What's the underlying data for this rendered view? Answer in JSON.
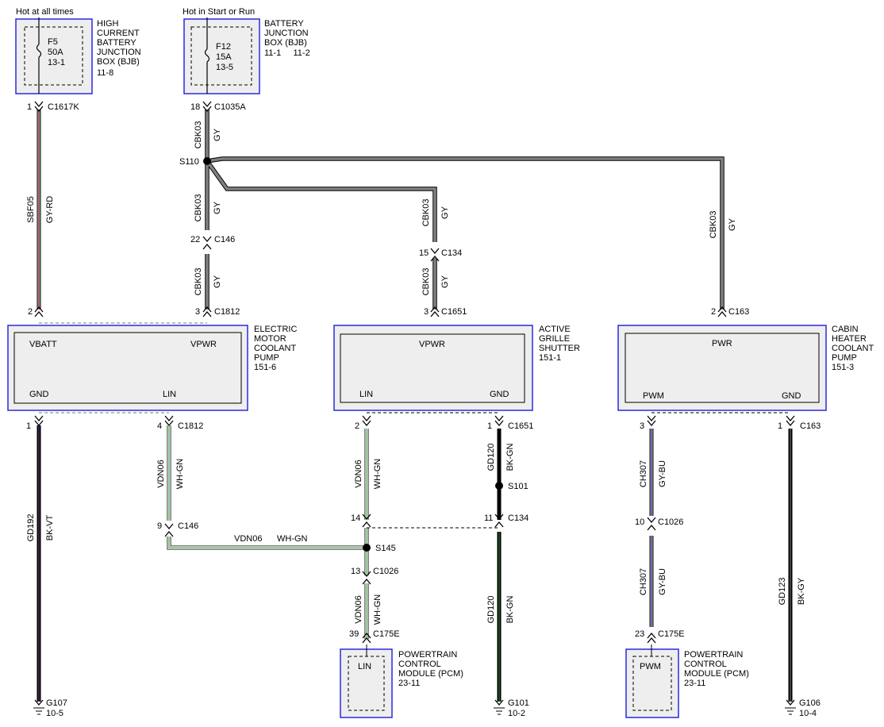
{
  "diagram": {
    "feeds": {
      "hot_at_all_times": "Hot at all times",
      "hot_in_start_run": "Hot in Start or Run"
    },
    "fuse_f5": {
      "name": "F5",
      "rating": "50A",
      "ref": "13-1"
    },
    "fuse_f12": {
      "name": "F12",
      "rating": "15A",
      "ref": "13-5"
    },
    "hcbjb": {
      "lines": [
        "HIGH",
        "CURRENT",
        "BATTERY",
        "JUNCTION",
        "BOX (BJB)",
        "11-8"
      ]
    },
    "bjb": {
      "lines": [
        "BATTERY",
        "JUNCTION",
        "BOX (BJB)",
        "11-1     11-2"
      ]
    },
    "emcp": {
      "lines": [
        "ELECTRIC",
        "MOTOR",
        "COOLANT",
        "PUMP",
        "151-6"
      ],
      "pins": {
        "vbatt": "VBATT",
        "vpwr": "VPWR",
        "gnd": "GND",
        "lin": "LIN"
      }
    },
    "ags": {
      "lines": [
        "ACTIVE",
        "GRILLE",
        "SHUTTER",
        "151-1"
      ],
      "pins": {
        "vpwr": "VPWR",
        "lin": "LIN",
        "gnd": "GND"
      }
    },
    "chcp": {
      "lines": [
        "CABIN",
        "HEATER",
        "COOLANT",
        "PUMP",
        "151-3"
      ],
      "pins": {
        "pwr": "PWR",
        "pwm": "PWM",
        "gnd": "GND"
      }
    },
    "pcm_lin": {
      "pin": "LIN",
      "lines": [
        "POWERTRAIN",
        "CONTROL",
        "MODULE (PCM)",
        "23-11"
      ]
    },
    "pcm_pwm": {
      "pin": "PWM",
      "lines": [
        "POWERTRAIN",
        "CONTROL",
        "MODULE (PCM)",
        "23-11"
      ]
    },
    "connectors": {
      "c1617k": {
        "pin": "1",
        "name": "C1617K"
      },
      "c1035a": {
        "pin": "18",
        "name": "C1035A"
      },
      "c146_top": {
        "pin": "22",
        "name": "C146"
      },
      "c1812_top": {
        "pin": "3",
        "name": "C1812"
      },
      "emcp_vbatt": {
        "pin": "2"
      },
      "c134_top": {
        "pin": "15",
        "name": "C134"
      },
      "c1651_top": {
        "pin": "3",
        "name": "C1651"
      },
      "c163_top": {
        "pin": "2",
        "name": "C163"
      },
      "emcp_gnd": {
        "pin": "1"
      },
      "c1812_bot": {
        "pin": "4",
        "name": "C1812"
      },
      "c146_bot": {
        "pin": "9",
        "name": "C146"
      },
      "ags_lin": {
        "pin": "2"
      },
      "c1651_bot": {
        "pin": "1",
        "name": "C1651"
      },
      "c134_a": {
        "pin": "14"
      },
      "c134_b": {
        "pin": "11",
        "name": "C134"
      },
      "c1026_a": {
        "pin": "13",
        "name": "C1026"
      },
      "c175e_a": {
        "pin": "39",
        "name": "C175E"
      },
      "chcp_pwm": {
        "pin": "3"
      },
      "c163_bot": {
        "pin": "1",
        "name": "C163"
      },
      "c1026_b": {
        "pin": "10",
        "name": "C1026"
      },
      "c175e_b": {
        "pin": "23",
        "name": "C175E"
      }
    },
    "splices": {
      "s110": "S110",
      "s101": "S101",
      "s145": "S145"
    },
    "wires": {
      "sbf05": {
        "circuit": "SBF05",
        "color": "GY-RD"
      },
      "cbk03": {
        "circuit": "CBK03",
        "color": "GY"
      },
      "gd192": {
        "circuit": "GD192",
        "color": "BK-VT"
      },
      "vdn06": {
        "circuit": "VDN06",
        "color": "WH-GN"
      },
      "gd120": {
        "circuit": "GD120",
        "color": "BK-GN"
      },
      "ch307": {
        "circuit": "CH307",
        "color": "GY-BU"
      },
      "gd123": {
        "circuit": "GD123",
        "color": "BK-GY"
      }
    },
    "grounds": {
      "g107": {
        "name": "G107",
        "ref": "10-5"
      },
      "g101": {
        "name": "G101",
        "ref": "10-2"
      },
      "g106": {
        "name": "G106",
        "ref": "10-4"
      }
    },
    "colors": {
      "box_border": "#2a2adf",
      "box_fill": "#eeeeee",
      "gy": "#808080",
      "rd": "#c85050",
      "bk": "#000000",
      "vt": "#8040a0",
      "wh": "#ffffff",
      "gn": "#2f9a2f",
      "bu": "#5a5ad0"
    }
  }
}
